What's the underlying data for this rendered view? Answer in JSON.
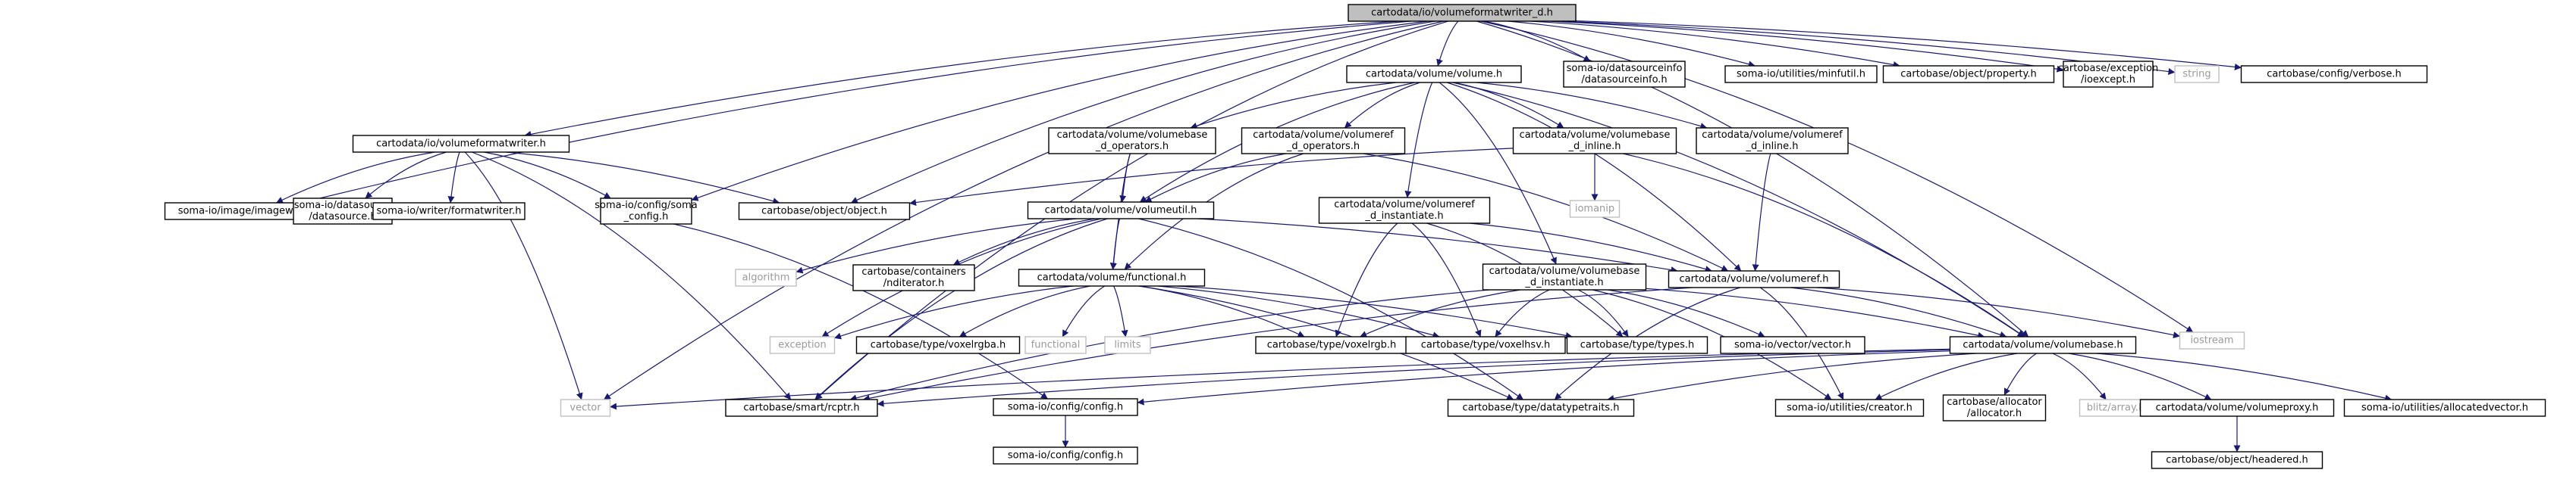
{
  "diagram": {
    "colors": {
      "edge": "#191970",
      "root_fill": "#bfbfbf",
      "node_fill": "#ffffff",
      "external_border": "#c0c0c0",
      "external_text": "#9a9a9a"
    },
    "nodes": [
      {
        "id": "root",
        "lines": [
          "cartodata/io/volumeformatwriter_d.h"
        ],
        "kind": "root"
      },
      {
        "id": "vfw",
        "lines": [
          "cartodata/io/volumeformatwriter.h"
        ]
      },
      {
        "id": "volume",
        "lines": [
          "cartodata/volume/volume.h"
        ]
      },
      {
        "id": "dsinfo",
        "lines": [
          "soma-io/datasourceinfo",
          "/datasourceinfo.h"
        ]
      },
      {
        "id": "minfutil",
        "lines": [
          "soma-io/utilities/minfutil.h"
        ]
      },
      {
        "id": "property",
        "lines": [
          "cartobase/object/property.h"
        ]
      },
      {
        "id": "ioexcept",
        "lines": [
          "cartobase/exception",
          "/ioexcept.h"
        ]
      },
      {
        "id": "string",
        "lines": [
          "string"
        ],
        "kind": "ext"
      },
      {
        "id": "verbose",
        "lines": [
          "cartobase/config/verbose.h"
        ]
      },
      {
        "id": "vbop",
        "lines": [
          "cartodata/volume/volumebase",
          "_d_operators.h"
        ]
      },
      {
        "id": "vrop",
        "lines": [
          "cartodata/volume/volumeref",
          "_d_operators.h"
        ]
      },
      {
        "id": "vbinl",
        "lines": [
          "cartodata/volume/volumebase",
          "_d_inline.h"
        ]
      },
      {
        "id": "vrinl",
        "lines": [
          "cartodata/volume/volumeref",
          "_d_inline.h"
        ]
      },
      {
        "id": "imagewriter",
        "lines": [
          "soma-io/image/imagewriter.h"
        ]
      },
      {
        "id": "datasource",
        "lines": [
          "soma-io/datasource",
          "/datasource.h"
        ]
      },
      {
        "id": "formatwriter",
        "lines": [
          "soma-io/writer/formatwriter.h"
        ]
      },
      {
        "id": "somaconfig",
        "lines": [
          "soma-io/config/soma",
          "_config.h"
        ]
      },
      {
        "id": "object",
        "lines": [
          "cartobase/object/object.h"
        ]
      },
      {
        "id": "iomanip",
        "lines": [
          "iomanip"
        ],
        "kind": "ext"
      },
      {
        "id": "vutil",
        "lines": [
          "cartodata/volume/volumeutil.h"
        ]
      },
      {
        "id": "vrinst",
        "lines": [
          "cartodata/volume/volumeref",
          "_d_instantiate.h"
        ]
      },
      {
        "id": "vref",
        "lines": [
          "cartodata/volume/volumeref.h"
        ]
      },
      {
        "id": "algorithm",
        "lines": [
          "algorithm"
        ],
        "kind": "ext"
      },
      {
        "id": "nditer",
        "lines": [
          "cartobase/containers",
          "/nditerator.h"
        ]
      },
      {
        "id": "functional_h",
        "lines": [
          "cartodata/volume/functional.h"
        ]
      },
      {
        "id": "vbinst",
        "lines": [
          "cartodata/volume/volumebase",
          "_d_instantiate.h"
        ]
      },
      {
        "id": "iostream",
        "lines": [
          "iostream"
        ],
        "kind": "ext"
      },
      {
        "id": "exception",
        "lines": [
          "exception"
        ],
        "kind": "ext"
      },
      {
        "id": "voxelrgba",
        "lines": [
          "cartobase/type/voxelrgba.h"
        ]
      },
      {
        "id": "functional",
        "lines": [
          "functional"
        ],
        "kind": "ext"
      },
      {
        "id": "limits",
        "lines": [
          "limits"
        ],
        "kind": "ext"
      },
      {
        "id": "voxelrgb",
        "lines": [
          "cartobase/type/voxelrgb.h"
        ]
      },
      {
        "id": "voxelhsv",
        "lines": [
          "cartobase/type/voxelhsv.h"
        ]
      },
      {
        "id": "types",
        "lines": [
          "cartobase/type/types.h"
        ]
      },
      {
        "id": "vector_h",
        "lines": [
          "soma-io/vector/vector.h"
        ]
      },
      {
        "id": "vbase",
        "lines": [
          "cartodata/volume/volumebase.h"
        ]
      },
      {
        "id": "vector",
        "lines": [
          "vector"
        ],
        "kind": "ext"
      },
      {
        "id": "rcptr",
        "lines": [
          "cartobase/smart/rcptr.h"
        ]
      },
      {
        "id": "config",
        "lines": [
          "soma-io/config/config.h"
        ]
      },
      {
        "id": "dtt",
        "lines": [
          "cartobase/type/datatypetraits.h"
        ]
      },
      {
        "id": "creator",
        "lines": [
          "soma-io/utilities/creator.h"
        ]
      },
      {
        "id": "allocator",
        "lines": [
          "cartobase/allocator",
          "/allocator.h"
        ]
      },
      {
        "id": "blitz",
        "lines": [
          "blitz/array.h"
        ],
        "kind": "ext"
      },
      {
        "id": "vproxy",
        "lines": [
          "cartodata/volume/volumeproxy.h"
        ]
      },
      {
        "id": "allocvec",
        "lines": [
          "soma-io/utilities/allocatedvector.h"
        ]
      },
      {
        "id": "config2",
        "lines": [
          "soma-io/config/config.h"
        ]
      },
      {
        "id": "headered",
        "lines": [
          "cartobase/object/headered.h"
        ]
      }
    ],
    "edges": [
      [
        "root",
        "vfw"
      ],
      [
        "root",
        "volume"
      ],
      [
        "root",
        "dsinfo"
      ],
      [
        "root",
        "minfutil"
      ],
      [
        "root",
        "property"
      ],
      [
        "root",
        "ioexcept"
      ],
      [
        "root",
        "string"
      ],
      [
        "root",
        "verbose"
      ],
      [
        "root",
        "imagewriter"
      ],
      [
        "root",
        "somaconfig"
      ],
      [
        "root",
        "object"
      ],
      [
        "root",
        "vector"
      ],
      [
        "root",
        "rcptr"
      ],
      [
        "root",
        "iostream"
      ],
      [
        "root",
        "vbase"
      ],
      [
        "vfw",
        "imagewriter"
      ],
      [
        "vfw",
        "datasource"
      ],
      [
        "vfw",
        "formatwriter"
      ],
      [
        "vfw",
        "somaconfig"
      ],
      [
        "vfw",
        "object"
      ],
      [
        "vfw",
        "vector"
      ],
      [
        "vfw",
        "rcptr"
      ],
      [
        "volume",
        "vbop"
      ],
      [
        "volume",
        "vrop"
      ],
      [
        "volume",
        "vbinl"
      ],
      [
        "volume",
        "vrinl"
      ],
      [
        "volume",
        "vutil"
      ],
      [
        "volume",
        "vrinst"
      ],
      [
        "volume",
        "vbinst"
      ],
      [
        "volume",
        "vref"
      ],
      [
        "volume",
        "vbase"
      ],
      [
        "vbop",
        "vutil"
      ],
      [
        "vbop",
        "functional_h"
      ],
      [
        "vrop",
        "vutil"
      ],
      [
        "vrop",
        "functional_h"
      ],
      [
        "vrop",
        "vref"
      ],
      [
        "vbinl",
        "object"
      ],
      [
        "vbinl",
        "iomanip"
      ],
      [
        "vbinl",
        "vbase"
      ],
      [
        "vrinl",
        "vref"
      ],
      [
        "somaconfig",
        "config"
      ],
      [
        "vutil",
        "algorithm"
      ],
      [
        "vutil",
        "nditer"
      ],
      [
        "vutil",
        "functional_h"
      ],
      [
        "vutil",
        "exception"
      ],
      [
        "vutil",
        "vref"
      ],
      [
        "vutil",
        "rcptr"
      ],
      [
        "vutil",
        "dtt"
      ],
      [
        "vrinst",
        "vref"
      ],
      [
        "vrinst",
        "voxelrgb"
      ],
      [
        "vrinst",
        "voxelhsv"
      ],
      [
        "vrinst",
        "types"
      ],
      [
        "vref",
        "vbase"
      ],
      [
        "vref",
        "iostream"
      ],
      [
        "vref",
        "creator"
      ],
      [
        "vref",
        "rcptr"
      ],
      [
        "vref",
        "dtt"
      ],
      [
        "functional_h",
        "exception"
      ],
      [
        "functional_h",
        "voxelrgba"
      ],
      [
        "functional_h",
        "functional"
      ],
      [
        "functional_h",
        "limits"
      ],
      [
        "functional_h",
        "voxelrgb"
      ],
      [
        "functional_h",
        "voxelhsv"
      ],
      [
        "functional_h",
        "types"
      ],
      [
        "functional_h",
        "dtt"
      ],
      [
        "vbinst",
        "voxelrgb"
      ],
      [
        "vbinst",
        "voxelhsv"
      ],
      [
        "vbinst",
        "types"
      ],
      [
        "vbinst",
        "vector_h"
      ],
      [
        "vbinst",
        "vbase"
      ],
      [
        "vbinst",
        "creator"
      ],
      [
        "vbinst",
        "rcptr"
      ],
      [
        "vbase",
        "vector"
      ],
      [
        "vbase",
        "rcptr"
      ],
      [
        "vbase",
        "config"
      ],
      [
        "vbase",
        "dtt"
      ],
      [
        "vbase",
        "creator"
      ],
      [
        "vbase",
        "allocator"
      ],
      [
        "vbase",
        "blitz"
      ],
      [
        "vbase",
        "vproxy"
      ],
      [
        "vbase",
        "allocvec"
      ],
      [
        "vproxy",
        "headered"
      ],
      [
        "config",
        "config2"
      ]
    ]
  }
}
